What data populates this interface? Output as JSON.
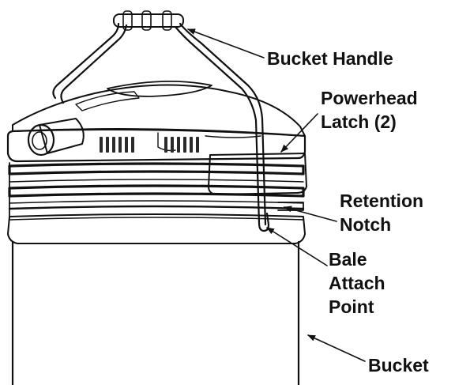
{
  "labels": {
    "bucket_handle": "Bucket Handle",
    "powerhead_latch_line1": "Powerhead",
    "powerhead_latch_line2": "Latch (2)",
    "retention_notch_line1": "Retention",
    "retention_notch_line2": "Notch",
    "bale_attach_line1": "Bale",
    "bale_attach_line2": "Attach",
    "bale_attach_line3": "Point",
    "bucket": "Bucket"
  }
}
